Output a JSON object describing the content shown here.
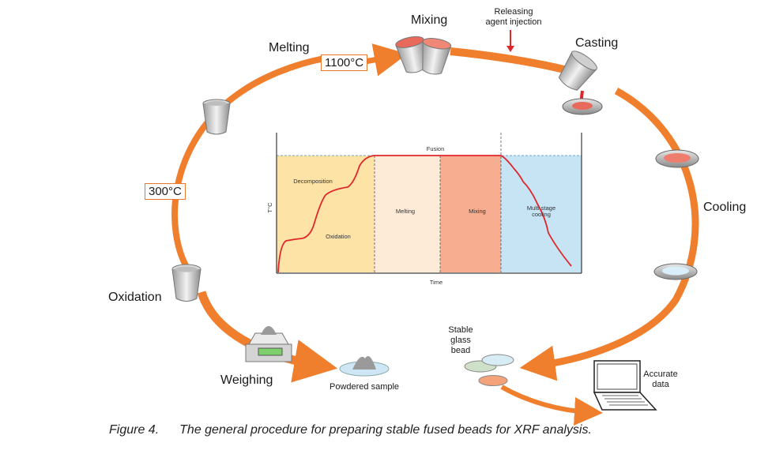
{
  "steps": {
    "melting": "Melting",
    "mixing": "Mixing",
    "casting": "Casting",
    "cooling": "Cooling",
    "oxidation": "Oxidation",
    "weighing": "Weighing"
  },
  "temps": {
    "high": "1100°C",
    "low": "300°C"
  },
  "notes": {
    "releasing": [
      "Releasing",
      "agent injection"
    ],
    "powdered_sample": "Powdered sample",
    "stable_bead": [
      "Stable",
      "glass",
      "bead"
    ],
    "accurate_data": [
      "Accurate",
      "data"
    ]
  },
  "graph": {
    "fusion": "Fusion",
    "decomposition": "Decomposition",
    "oxidation": "Oxidation",
    "melting": "Melting",
    "mixing": "Mixing",
    "cooling": [
      "Multi stage",
      "cooling"
    ],
    "ylabel": "T°C",
    "xlabel": "Time",
    "zone_colors": [
      "#fde3a6",
      "#fdebd8",
      "#f7ad90",
      "#c6e4f4"
    ],
    "line_color": "#e0262b"
  },
  "caption": {
    "label": "Figure 4.",
    "text": "The general procedure for preparing stable fused beads for XRF analysis."
  },
  "colors": {
    "arrow": "#f07f2d",
    "red_arrow": "#e0262b"
  }
}
